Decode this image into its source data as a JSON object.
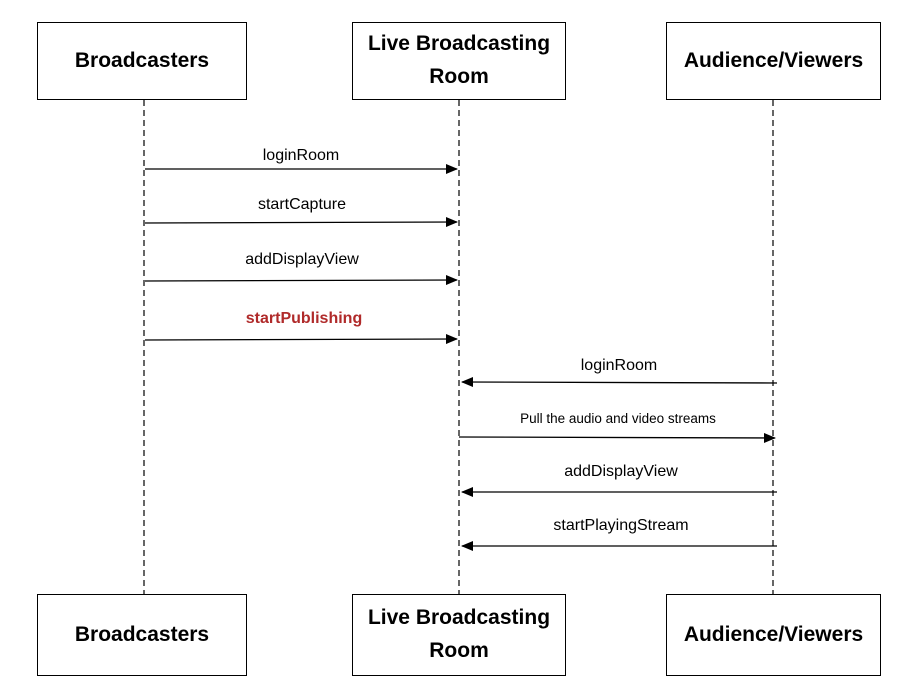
{
  "participants": [
    {
      "id": "broadcasters",
      "label": "Broadcasters"
    },
    {
      "id": "room",
      "label": "Live Broadcasting\nRoom"
    },
    {
      "id": "audience",
      "label": "Audience/Viewers"
    }
  ],
  "messages": [
    {
      "label": "loginRoom",
      "from": "broadcasters",
      "to": "room",
      "highlight": false
    },
    {
      "label": "startCapture",
      "from": "broadcasters",
      "to": "room",
      "highlight": false
    },
    {
      "label": "addDisplayView",
      "from": "broadcasters",
      "to": "room",
      "highlight": false
    },
    {
      "label": "startPublishing",
      "from": "broadcasters",
      "to": "room",
      "highlight": true
    },
    {
      "label": "loginRoom",
      "from": "audience",
      "to": "room",
      "highlight": false
    },
    {
      "label": "Pull the audio and video streams",
      "from": "room",
      "to": "audience",
      "highlight": false
    },
    {
      "label": "addDisplayView",
      "from": "audience",
      "to": "room",
      "highlight": false
    },
    {
      "label": "startPlayingStream",
      "from": "audience",
      "to": "room",
      "highlight": false
    }
  ],
  "colors": {
    "line": "#000000",
    "text": "#000000",
    "highlight": "#b02a2a"
  }
}
